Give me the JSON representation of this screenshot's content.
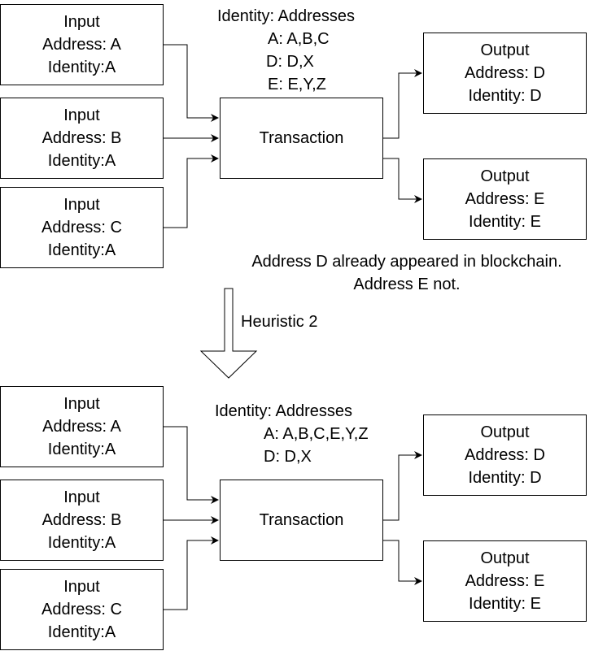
{
  "top": {
    "inputs": [
      {
        "title": "Input",
        "address": "Address: A",
        "identity": "Identity:A"
      },
      {
        "title": "Input",
        "address": "Address: B",
        "identity": "Identity:A"
      },
      {
        "title": "Input",
        "address": "Address: C",
        "identity": "Identity:A"
      }
    ],
    "transaction": "Transaction",
    "outputs": [
      {
        "title": "Output",
        "address": "Address: D",
        "identity": "Identity: D"
      },
      {
        "title": "Output",
        "address": "Address: E",
        "identity": "Identity: E"
      }
    ],
    "identity_header": "Identity: Addresses",
    "identity_rows": [
      "A: A,B,C",
      "D: D,X",
      "E: E,Y,Z"
    ]
  },
  "note": {
    "line1": "Address D already appeared in blockchain.",
    "line2": "Address E not."
  },
  "heuristic_label": "Heuristic 2",
  "bottom": {
    "inputs": [
      {
        "title": "Input",
        "address": "Address: A",
        "identity": "Identity:A"
      },
      {
        "title": "Input",
        "address": "Address: B",
        "identity": "Identity:A"
      },
      {
        "title": "Input",
        "address": "Address: C",
        "identity": "Identity:A"
      }
    ],
    "transaction": "Transaction",
    "outputs": [
      {
        "title": "Output",
        "address": "Address: D",
        "identity": "Identity: D"
      },
      {
        "title": "Output",
        "address": "Address: E",
        "identity": "Identity: E"
      }
    ],
    "identity_header": "Identity: Addresses",
    "identity_rows": [
      "A: A,B,C,E,Y,Z",
      "D: D,X"
    ]
  }
}
